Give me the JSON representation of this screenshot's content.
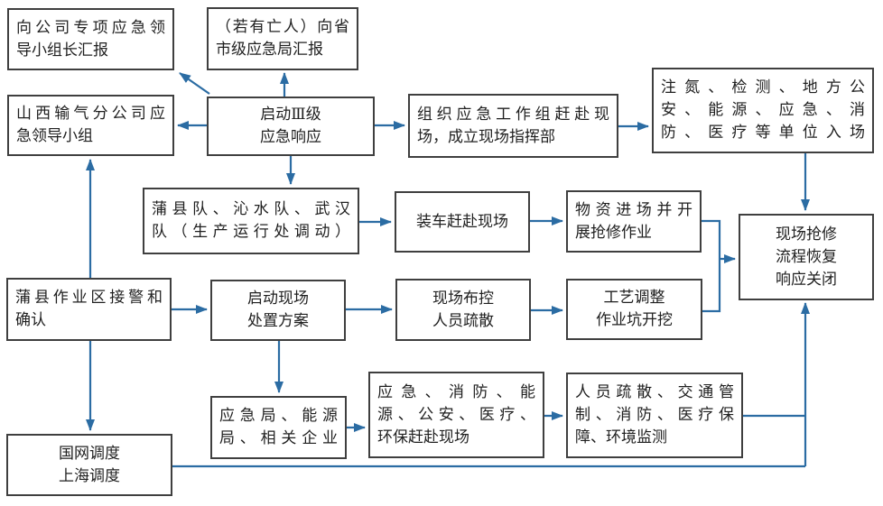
{
  "colors": {
    "arrow": "#2b6ca3",
    "border": "#3f3f3f",
    "text": "#1f1f1f",
    "bg": "#ffffff"
  },
  "boxes": {
    "report_group_leader": {
      "text": "向公司专项应急领\n导小组长汇报"
    },
    "report_province": {
      "text": "（若有亡人）向省\n市级应急局汇报"
    },
    "shanxi_group": {
      "text": "山西输气分公司应\n急领导小组"
    },
    "level3_response": {
      "text": "启动Ⅲ级\n应急响应"
    },
    "organize_workgroup": {
      "text": "组织应急工作组赶赴现\n场，成立现场指挥部"
    },
    "units_enter": {
      "text": "注氮、检测、地方公\n安、能源、应急、消\n防、医疗等单位入场"
    },
    "repair_close": {
      "text": "现场抢修\n流程恢复\n响应关闭"
    },
    "teams_mobilize": {
      "text": "蒲县队、沁水队、武汉\n队（生产运行处调动）"
    },
    "load_trucks": {
      "text": "装车赶赴现场"
    },
    "materials_arrive": {
      "text": "物资进场并开\n展抢修作业"
    },
    "puxian_alarm": {
      "text": "蒲县作业区接警和\n确认"
    },
    "site_plan": {
      "text": "启动现场\n处置方案"
    },
    "site_control": {
      "text": "现场布控\n人员疏散"
    },
    "process_adjust": {
      "text": "工艺调整\n作业坑开挖"
    },
    "bureaus": {
      "text": "应急局、能源\n局、相关企业"
    },
    "agencies_rush": {
      "text": "应急、消防、能\n源、公安、医疗、\n环保赶赴现场"
    },
    "evac_measures": {
      "text": "人员疏散、交通管\n制、消防、医疗保\n障、环境监测"
    },
    "grid_dispatch": {
      "text": "国网调度\n上海调度"
    }
  },
  "edges": [
    {
      "from": "level3_response",
      "to": "report_group_leader"
    },
    {
      "from": "level3_response",
      "to": "report_province"
    },
    {
      "from": "level3_response",
      "to": "shanxi_group"
    },
    {
      "from": "level3_response",
      "to": "organize_workgroup"
    },
    {
      "from": "level3_response",
      "to": "teams_mobilize"
    },
    {
      "from": "organize_workgroup",
      "to": "units_enter"
    },
    {
      "from": "units_enter",
      "to": "repair_close"
    },
    {
      "from": "puxian_alarm",
      "to": "shanxi_group"
    },
    {
      "from": "teams_mobilize",
      "to": "load_trucks"
    },
    {
      "from": "load_trucks",
      "to": "materials_arrive"
    },
    {
      "from": "materials_arrive",
      "to": "repair_close"
    },
    {
      "from": "process_adjust",
      "to": "repair_close"
    },
    {
      "from": "puxian_alarm",
      "to": "site_plan"
    },
    {
      "from": "site_plan",
      "to": "site_control"
    },
    {
      "from": "site_control",
      "to": "process_adjust"
    },
    {
      "from": "site_plan",
      "to": "bureaus"
    },
    {
      "from": "puxian_alarm",
      "to": "grid_dispatch"
    },
    {
      "from": "bureaus",
      "to": "agencies_rush"
    },
    {
      "from": "agencies_rush",
      "to": "evac_measures"
    },
    {
      "from": "evac_measures",
      "to": "repair_close"
    },
    {
      "from": "grid_dispatch",
      "to": "repair_close"
    }
  ]
}
